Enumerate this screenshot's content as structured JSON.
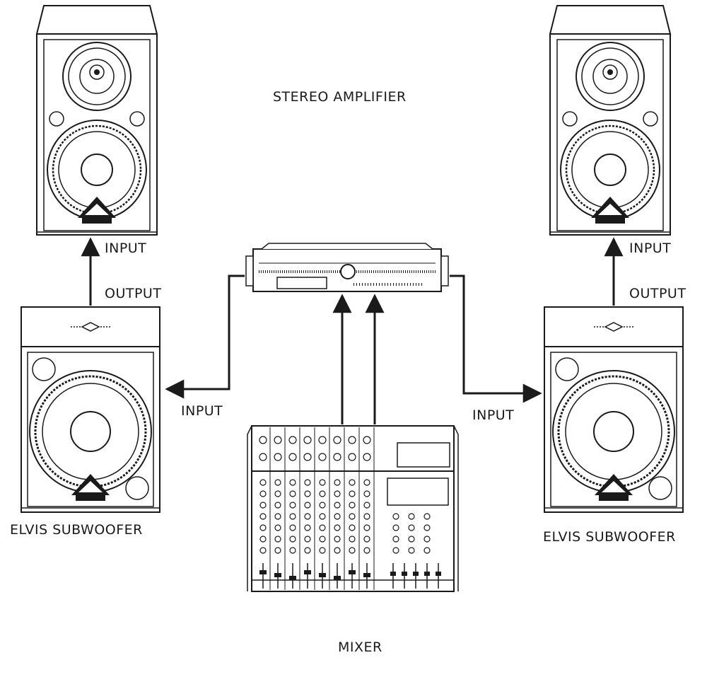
{
  "labels": {
    "amplifier": "STEREO AMPLIFIER",
    "mixer": "MIXER",
    "left_sub_name": "ELVIS SUBWOOFER",
    "right_sub_name": "ELVIS SUBWOOFER",
    "left_top_input": "INPUT",
    "right_top_input": "INPUT",
    "left_sub_output": "OUTPUT",
    "right_sub_output": "OUTPUT",
    "left_sub_input": "INPUT",
    "right_sub_input": "INPUT"
  },
  "colors": {
    "line": "#1a1a1a",
    "fill": "#ffffff",
    "shade": "#d8d8d8"
  }
}
